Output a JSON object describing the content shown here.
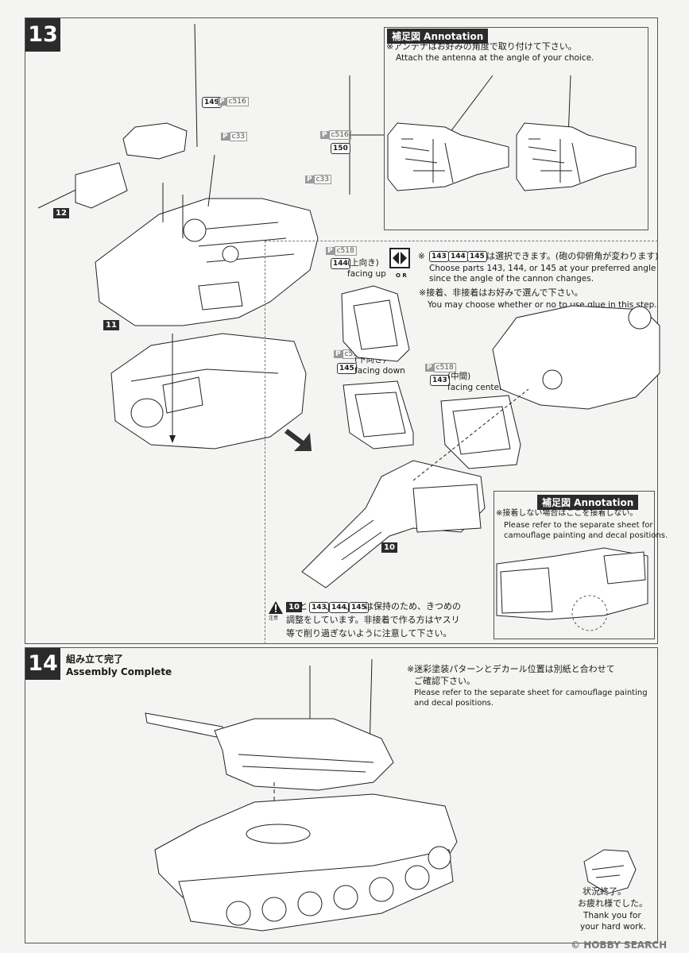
{
  "step13": {
    "number": "13",
    "parts": {
      "p149": "149",
      "p150": "150",
      "p12": "12",
      "p11": "11",
      "p10": "10",
      "p144": "144",
      "p145": "145",
      "p143": "143",
      "p_label": "P",
      "c516": "c516",
      "c33": "c33",
      "c518": "c518"
    },
    "annotation1": {
      "title": "補足図 Annotation",
      "jp": "※アンテナはお好みの角度で取り付けて下さい。",
      "en": "Attach the antenna at the angle of your choice."
    },
    "facing_up_jp": "(上向き)",
    "facing_up_en": "facing up",
    "facing_down_jp": "(下向き)",
    "facing_down_en": "facing down",
    "facing_center_jp": "(中間)",
    "facing_center_en": "facing center",
    "or_label": "O R",
    "choose_jp": "は選択できます。(砲の仰俯角が変わります)",
    "choose_prefix": "※",
    "choose_en1": "Choose parts 143, 144, or 145 at your preferred angle",
    "choose_en2": "since the angle of the cannon changes.",
    "glue_jp": "※接着、非接着はお好みで選んで下さい。",
    "glue_en": "You may choose whether or no to use glue in this step.",
    "annotation2": {
      "title": "補足図 Annotation",
      "jp": "※接着しない場合はここを接着しない。",
      "en1": "Please refer to the separate sheet for",
      "en2": "camouflage painting and decal positions."
    },
    "caution_mark": "注意",
    "caution_and": "と",
    "caution_comma": "、",
    "caution_line1": "は保持のため、きつめの",
    "caution_line2": "調整をしています。非接着で作る方はヤスリ",
    "caution_line3": "等で削り過ぎないように注意して下さい。"
  },
  "step14": {
    "number": "14",
    "title_jp": "組み立て完了",
    "title_en": "Assembly Complete",
    "note_jp1": "※迷彩塗装パターンとデカール位置は別紙と合わせて",
    "note_jp2": "ご確認下さい。",
    "note_en1": "Please refer to the separate sheet for camouflage painting",
    "note_en2": "and decal positions.",
    "thanks_jp1": "状況終了。",
    "thanks_jp2": "お疲れ様でした。",
    "thanks_en1": "Thank you for",
    "thanks_en2": "your hard work."
  },
  "watermark": "HOBBY SEARCH",
  "copyright": "©"
}
